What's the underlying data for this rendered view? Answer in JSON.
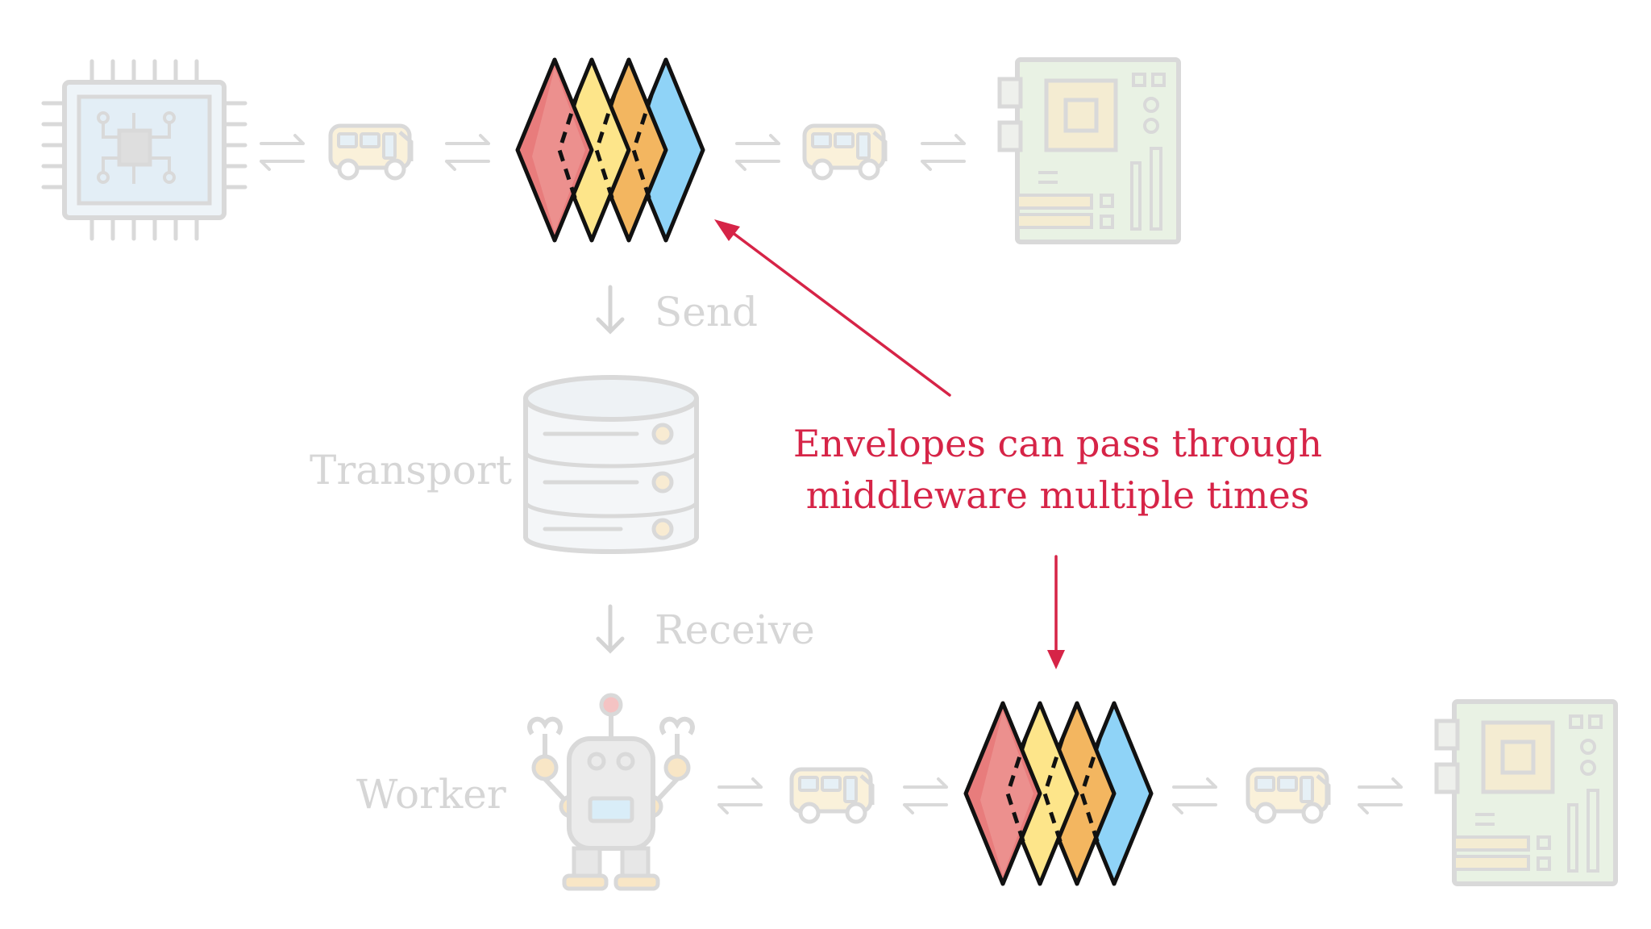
{
  "labels": {
    "send": "Send",
    "transport": "Transport",
    "receive": "Receive",
    "worker": "Worker"
  },
  "callout": {
    "line1": "Envelopes can pass through",
    "line2": "middleware multiple times"
  },
  "icons": [
    "cpu-chip-icon",
    "bus-icon",
    "middleware-stack-icon",
    "motherboard-icon",
    "database-icon",
    "robot-icon"
  ],
  "colors": {
    "faded": "#d6d6d6",
    "accent": "#d62447",
    "layer_red": "#e87c7c",
    "layer_yellow": "#fde58a",
    "layer_orange": "#f3b660",
    "layer_blue": "#8fd3f7"
  }
}
